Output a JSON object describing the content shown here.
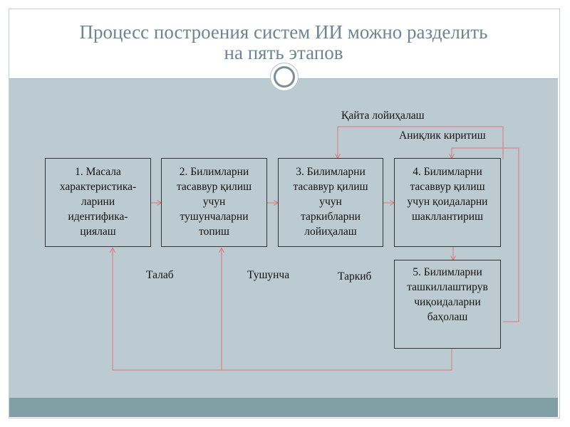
{
  "slide": {
    "title_line1": "Процесс построения систем ИИ можно разделить",
    "title_line2": "на пять этапов"
  },
  "diagram": {
    "boxes": [
      {
        "lines": [
          "1. Масала",
          "характеристика-",
          "ларини",
          "идентифика-",
          "циялаш"
        ]
      },
      {
        "lines": [
          "2. Билимларни",
          "тасаввур қилиш",
          "учун",
          "тушунчаларни",
          "топиш"
        ]
      },
      {
        "lines": [
          "3. Билимларни",
          "тасаввур қилиш",
          "учун",
          "таркибларни",
          "лойиҳалаш"
        ]
      },
      {
        "lines": [
          "4. Билимларни",
          "тасаввур қилиш",
          "учун қоидаларни",
          "шакллантириш"
        ]
      },
      {
        "lines": [
          "5. Билимларни",
          "ташкиллаштирув",
          "чиқоидаларни",
          "баҳолаш"
        ]
      }
    ],
    "labels": {
      "redesign": "Қайта лойиҳалаш",
      "refine": "Аниқлик киритиш",
      "requirement": "Талаб",
      "concept": "Тушунча",
      "structure": "Таркиб"
    },
    "colors": {
      "arrow": "#e07575",
      "box_border": "#333333",
      "background": "#bccbd1"
    }
  }
}
